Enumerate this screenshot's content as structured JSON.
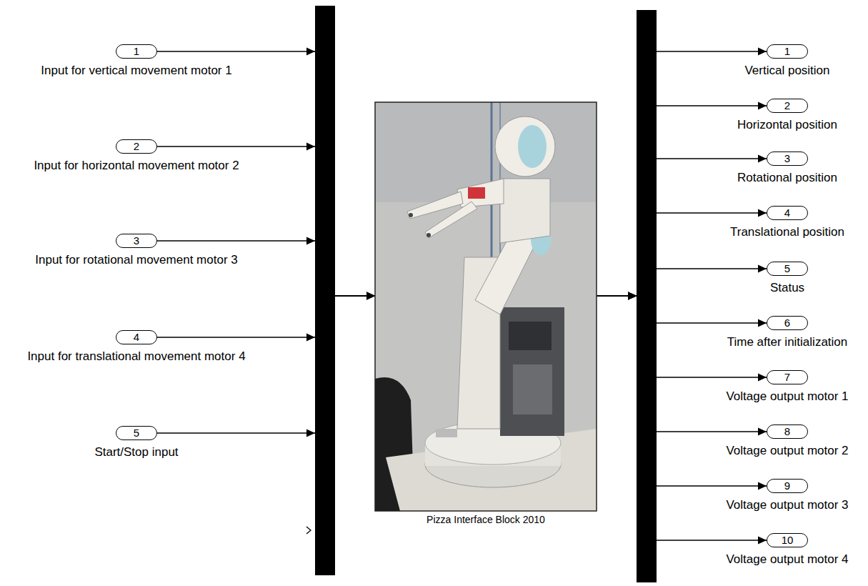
{
  "diagram": {
    "nodes": [
      {
        "text": [
          "1",
          "Input for vertical movement motor 1"
        ]
      },
      {
        "text": [
          "2",
          "Input for horizontal movement motor 2"
        ]
      },
      {
        "text": [
          "3",
          "Input for rotational movement motor 3"
        ]
      },
      {
        "text": [
          "4",
          "Input for translational movement motor 4"
        ]
      },
      {
        "text": [
          "5",
          "Start/Stop input"
        ]
      },
      {
        "text": [
          "Pizza Interface Block 2010"
        ]
      },
      {
        "text": [
          "1",
          "Vertical position"
        ]
      },
      {
        "text": [
          "2",
          "Horizontal position"
        ]
      },
      {
        "text": [
          "3",
          "Rotational position"
        ]
      },
      {
        "text": [
          "4",
          "Translational position"
        ]
      },
      {
        "text": [
          "5",
          "Status"
        ]
      },
      {
        "text": [
          "6",
          "Time after initialization"
        ]
      },
      {
        "text": [
          "7",
          "Voltage output motor 1"
        ]
      },
      {
        "text": [
          "8",
          "Voltage output motor 2"
        ]
      },
      {
        "text": [
          "9",
          "Voltage output motor 3"
        ]
      },
      {
        "text": [
          "10",
          "Voltage output motor 4"
        ]
      }
    ],
    "edges": [
      {
        "from": 0,
        "to": 5,
        "arrow": "to"
      },
      {
        "from": 1,
        "to": 5,
        "arrow": "to"
      },
      {
        "from": 2,
        "to": 5,
        "arrow": "to"
      },
      {
        "from": 3,
        "to": 5,
        "arrow": "to"
      },
      {
        "from": 4,
        "to": 5,
        "arrow": "to"
      },
      {
        "from": 5,
        "to": 6,
        "arrow": "to"
      },
      {
        "from": 5,
        "to": 7,
        "arrow": "to"
      },
      {
        "from": 5,
        "to": 8,
        "arrow": "to"
      },
      {
        "from": 5,
        "to": 9,
        "arrow": "to"
      },
      {
        "from": 5,
        "to": 10,
        "arrow": "to"
      },
      {
        "from": 5,
        "to": 11,
        "arrow": "to"
      },
      {
        "from": 5,
        "to": 12,
        "arrow": "to"
      },
      {
        "from": 5,
        "to": 13,
        "arrow": "to"
      },
      {
        "from": 5,
        "to": 14,
        "arrow": "to"
      },
      {
        "from": 5,
        "to": 15,
        "arrow": "to"
      }
    ]
  }
}
